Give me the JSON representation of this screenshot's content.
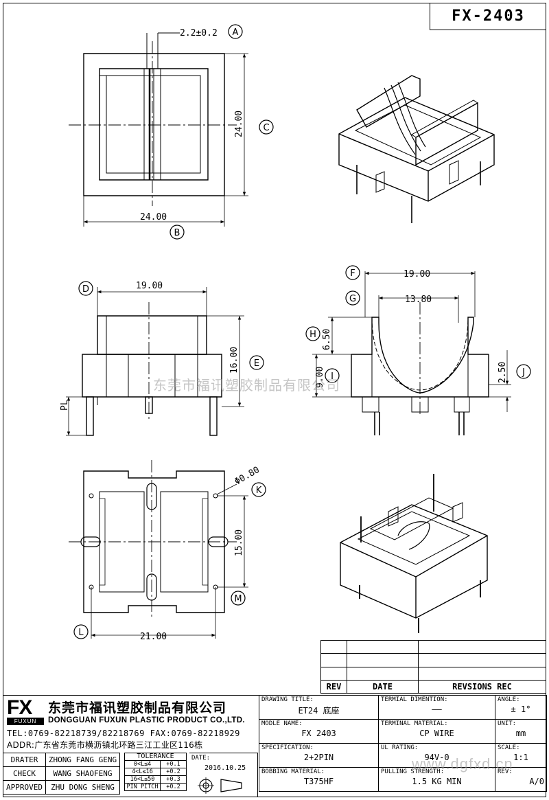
{
  "model": "FX-2403",
  "dims": {
    "pin_pitch_a": "2.2±0.2",
    "width": "24.00",
    "height": "24.00",
    "d_width": "19.00",
    "e_height": "16.00",
    "pl": "PL",
    "f_width": "19.00",
    "g_width": "13.80",
    "h_height": "6.50",
    "i_height": "9.00",
    "j_height": "2.50",
    "hole_dia": "Φ0.80",
    "m_height": "15.00",
    "l_width": "21.00"
  },
  "callouts": [
    "A",
    "B",
    "C",
    "D",
    "E",
    "F",
    "G",
    "H",
    "I",
    "J",
    "K",
    "L",
    "M"
  ],
  "watermark_cn": "东莞市福讯塑胶制品有限公司",
  "watermark_url": "www.dgfxd.cn",
  "revisions": {
    "rev": "REV",
    "date": "DATE",
    "rec": "REVSIONS REC"
  },
  "company": {
    "logo": "FX",
    "logo_sub": "FUXUN",
    "name_cn": "东莞市福讯塑胶制品有限公司",
    "name_en": "DONGGUAN FUXUN PLASTIC PRODUCT CO.,LTD.",
    "tel": "TEL:0769-82218739/82218769 FAX:0769-82218929",
    "addr": "ADDR:广东省东莞市横沥镇北环路三江工业区116栋"
  },
  "people": [
    {
      "role": "DRATER",
      "name": "ZHONG FANG GENG"
    },
    {
      "role": "CHECK",
      "name": "WANG SHAOFENG"
    },
    {
      "role": "APPROVED",
      "name": "ZHU DONG SHENG"
    }
  ],
  "tolerance": {
    "title": "TOLERANCE",
    "rows": [
      {
        "range": "0<L≤4",
        "tol": "+0.1"
      },
      {
        "range": "4<L≤16",
        "tol": "+0.2"
      },
      {
        "range": "16<L≤50",
        "tol": "+0.3"
      },
      {
        "range": "PIN PITCH",
        "tol": "+0.2"
      }
    ]
  },
  "date": {
    "label": "DATE:",
    "value": "2016.10.25"
  },
  "info": {
    "drawing_title_label": "DRAWING TITLE:",
    "drawing_title": "ET24 底座",
    "terminal_dim_label": "TERMIAL DIMENTION:",
    "terminal_dim": "——",
    "angle_label": "ANGLE:",
    "angle": "± 1°",
    "model_label": "MODLE NAME:",
    "model_name": "FX 2403",
    "terminal_mat_label": "TERMINAL MATERIAL:",
    "terminal_mat": "CP WIRE",
    "unit_label": "UNIT:",
    "unit": "mm",
    "spec_label": "SPECIFICATION:",
    "spec": "2+2PIN",
    "ul_label": "UL RATING:",
    "ul": "94V-0",
    "scale_label": "SCALE:",
    "scale": "1:1",
    "bobbin_label": "BOBBING MATERIAL:",
    "bobbin": "T375HF",
    "pull_label": "PULLING STRENGTH:",
    "pull": "1.5 KG MIN",
    "rev_label": "REV:",
    "rev": "A/0"
  }
}
